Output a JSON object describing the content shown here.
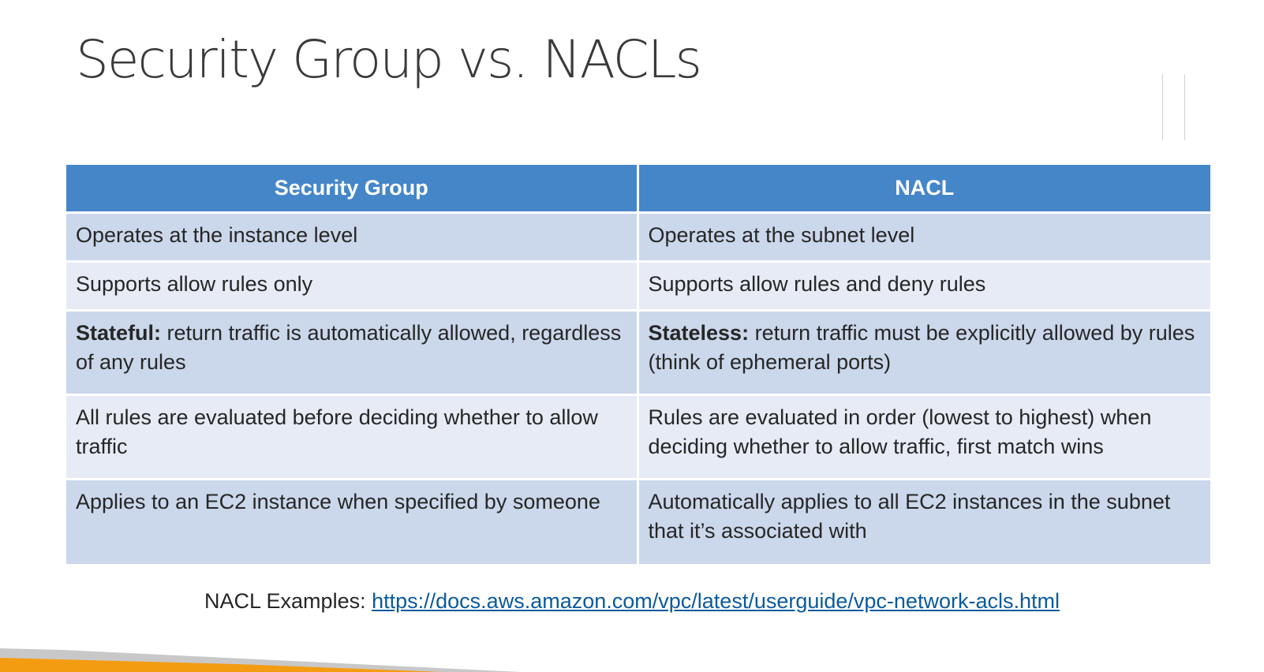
{
  "slide": {
    "title": "Security Group vs. NACLs"
  },
  "table": {
    "headers": [
      "Security Group",
      "NACL"
    ],
    "rows": [
      {
        "security_group": {
          "bold": "",
          "text": "Operates at the instance level"
        },
        "nacl": {
          "bold": "",
          "text": "Operates at the subnet level"
        }
      },
      {
        "security_group": {
          "bold": "",
          "text": "Supports allow rules only"
        },
        "nacl": {
          "bold": "",
          "text": "Supports allow rules and deny rules"
        }
      },
      {
        "security_group": {
          "bold": "Stateful:",
          "text": " return traffic is automatically allowed, regardless of any rules"
        },
        "nacl": {
          "bold": "Stateless:",
          "text": " return traffic must be explicitly allowed by rules (think of ephemeral ports)"
        }
      },
      {
        "security_group": {
          "bold": "",
          "text": "All rules are evaluated before deciding whether to allow traffic"
        },
        "nacl": {
          "bold": "",
          "text": "Rules are evaluated in order (lowest to highest) when deciding whether to allow traffic, first match wins"
        }
      },
      {
        "security_group": {
          "bold": "",
          "text": "Applies to an EC2 instance when specified by someone"
        },
        "nacl": {
          "bold": "",
          "text": "Automatically applies to all EC2 instances in the subnet that it’s associated with"
        }
      }
    ]
  },
  "footer": {
    "label": "NACL Examples:",
    "link_text": "https://docs.aws.amazon.com/vpc/latest/userguide/vpc-network-acls.html"
  },
  "colors": {
    "header_blue": "#4586c9",
    "row_dark": "#cbd7ea",
    "row_light": "#e6ebf5",
    "accent_orange": "#f39c12",
    "accent_grey": "#c8c8c8",
    "link": "#0b5a9e"
  }
}
